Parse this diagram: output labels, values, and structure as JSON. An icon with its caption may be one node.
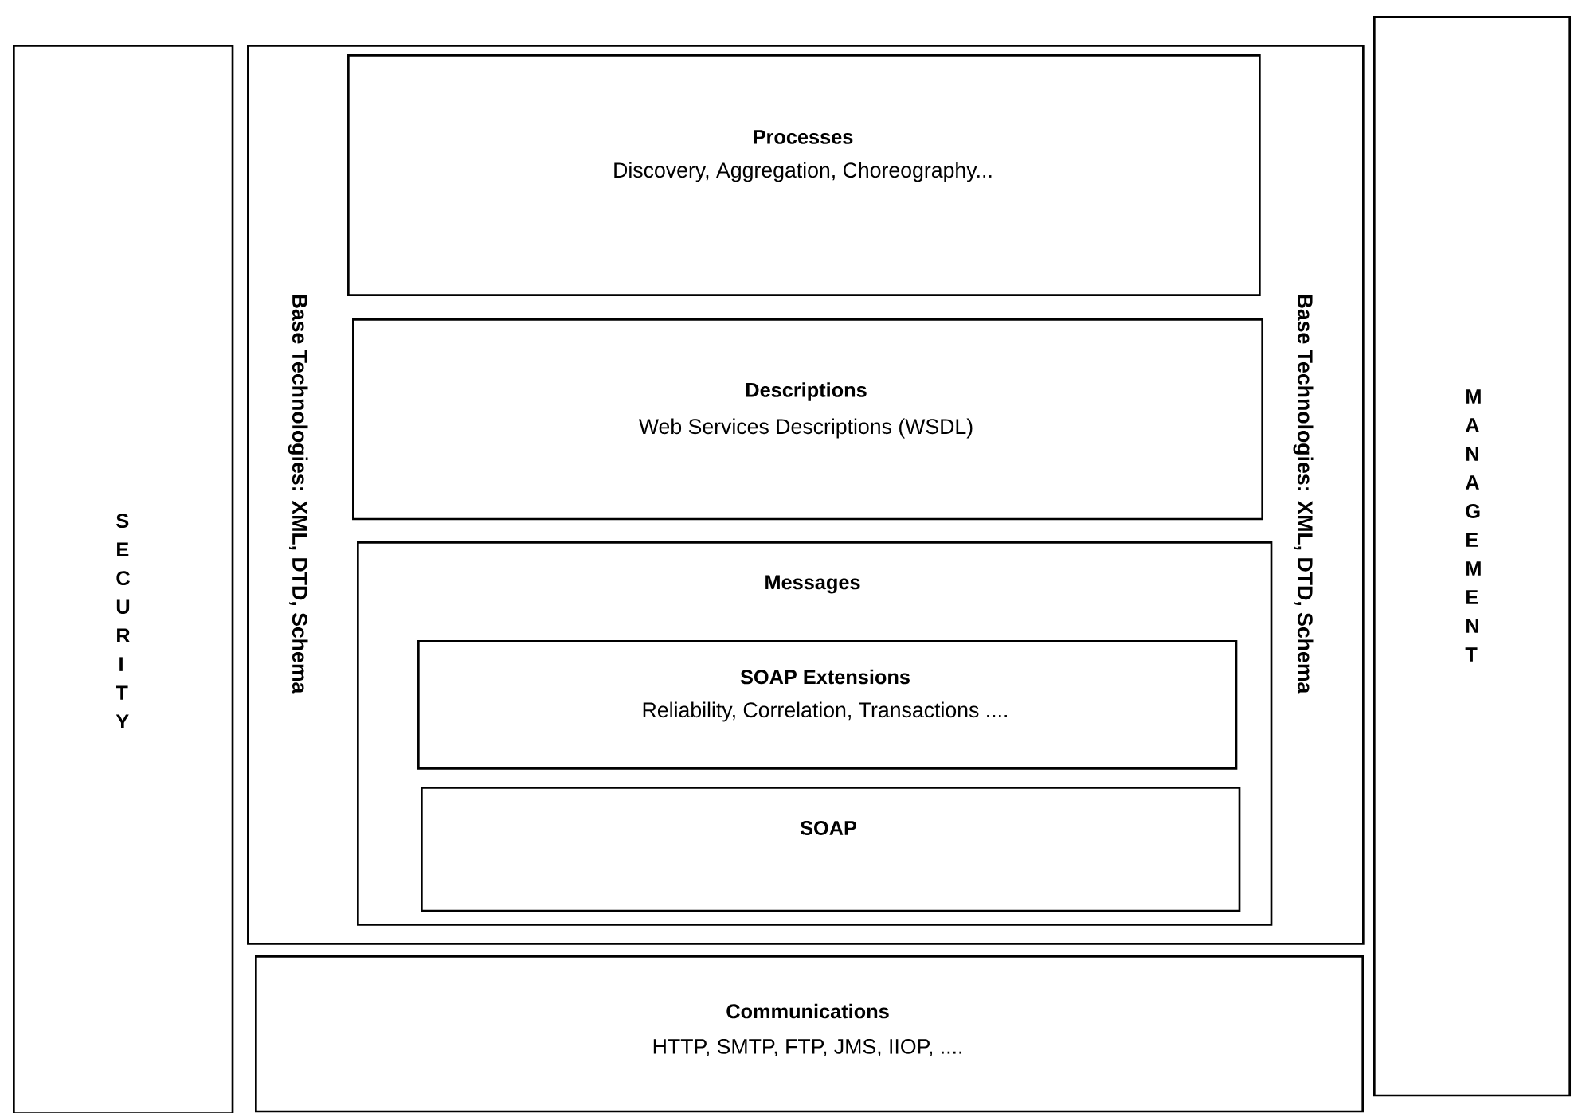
{
  "diagram": {
    "nodes": [
      {
        "text": [
          "S E C U R I T Y"
        ]
      },
      {
        "text": [
          "Base Technologies: XML, DTD, Schema",
          "Base Technologies: XML, DTD, Schema"
        ]
      },
      {
        "text": [
          "Processes",
          "Discovery, Aggregation, Choreography..."
        ],
        "in": 1
      },
      {
        "text": [
          "Descriptions",
          "Web Services Descriptions (WSDL)"
        ],
        "in": 1
      },
      {
        "text": [
          "Messages"
        ],
        "in": 1
      },
      {
        "text": [
          "SOAP Extensions",
          "Reliability, Correlation, Transactions ...."
        ],
        "in": 4
      },
      {
        "text": [
          "SOAP"
        ],
        "in": 4
      },
      {
        "text": [
          "Communications",
          "HTTP, SMTP, FTP, JMS, IIOP, ...."
        ]
      },
      {
        "text": [
          "M A N A G E M E N T"
        ]
      }
    ]
  }
}
